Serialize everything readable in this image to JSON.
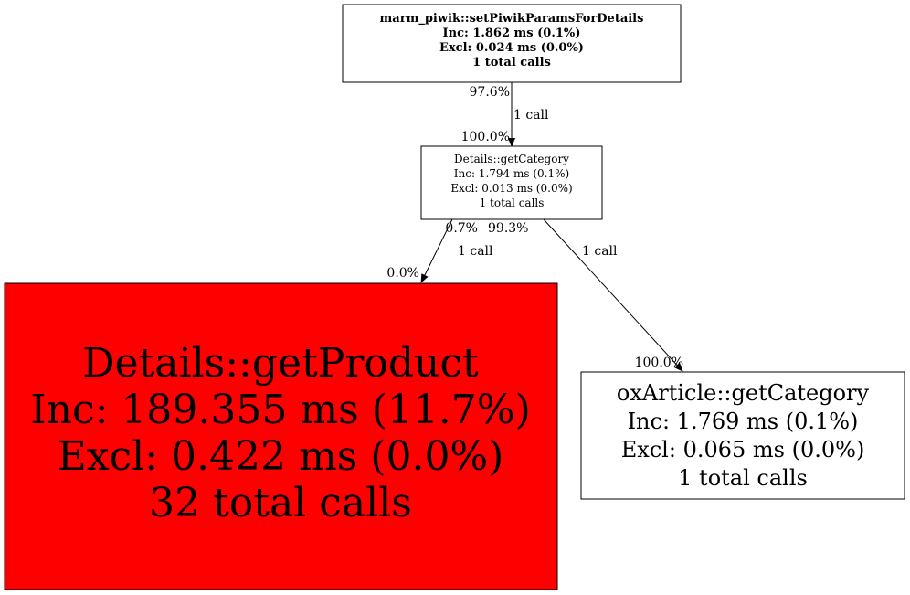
{
  "nodes": [
    {
      "id": "setPiwik",
      "lines": [
        "marm_piwik::setPiwikParamsForDetails",
        "Inc: 1.862 ms (0.1%)",
        "Excl: 0.024 ms (0.0%)",
        "1 total calls"
      ],
      "fill": "#ffffff"
    },
    {
      "id": "detailsGetCategory",
      "lines": [
        "Details::getCategory",
        "Inc: 1.794 ms (0.1%)",
        "Excl: 0.013 ms (0.0%)",
        "1 total calls"
      ],
      "fill": "#ffffff"
    },
    {
      "id": "getProduct",
      "lines": [
        "Details::getProduct",
        "Inc: 189.355 ms (11.7%)",
        "Excl: 0.422 ms (0.0%)",
        "32 total calls"
      ],
      "fill": "#ff0000"
    },
    {
      "id": "oxArticleGetCategory",
      "lines": [
        "oxArticle::getCategory",
        "Inc: 1.769 ms (0.1%)",
        "Excl: 0.065 ms (0.0%)",
        "1 total calls"
      ],
      "fill": "#ffffff"
    }
  ],
  "edges": [
    {
      "from": "setPiwik",
      "to": "detailsGetCategory",
      "label": "1 call",
      "tail": "97.6%",
      "head": "100.0%"
    },
    {
      "from": "detailsGetCategory",
      "to": "getProduct",
      "label": "1 call",
      "tail": "0.7%",
      "head": "0.0%"
    },
    {
      "from": "detailsGetCategory",
      "to": "oxArticleGetCategory",
      "label": "1 call",
      "tail": "99.3%",
      "head": "100.0%"
    }
  ]
}
